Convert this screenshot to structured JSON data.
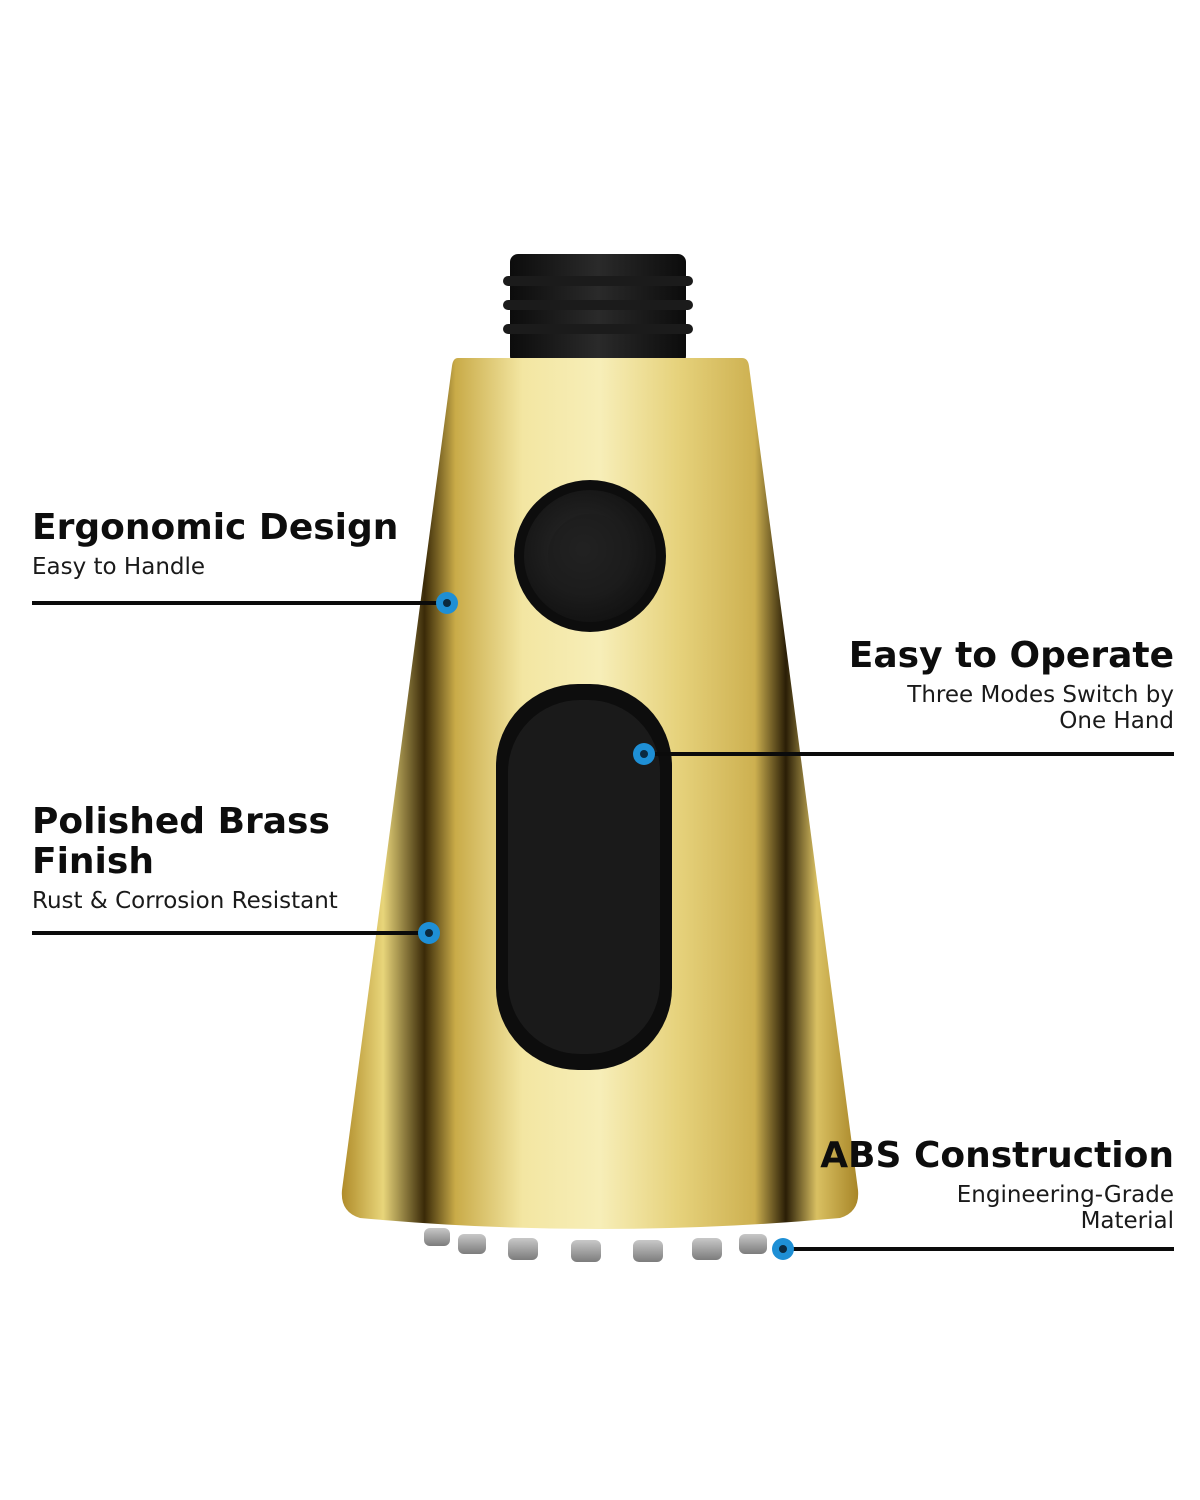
{
  "callouts": {
    "ergonomic": {
      "title": "Ergonomic Design",
      "subtitle": "Easy to Handle"
    },
    "operate": {
      "title": "Easy to Operate",
      "subtitle": "Three Modes Switch by\nOne Hand"
    },
    "brass": {
      "title": "Polished Brass\nFinish",
      "subtitle": "Rust & Corrosion Resistant"
    },
    "abs": {
      "title": "ABS Construction",
      "subtitle": "Engineering-Grade\nMaterial"
    }
  },
  "colors": {
    "marker": "#1e8fd5",
    "gold": "#d8c160",
    "black": "#141414"
  }
}
